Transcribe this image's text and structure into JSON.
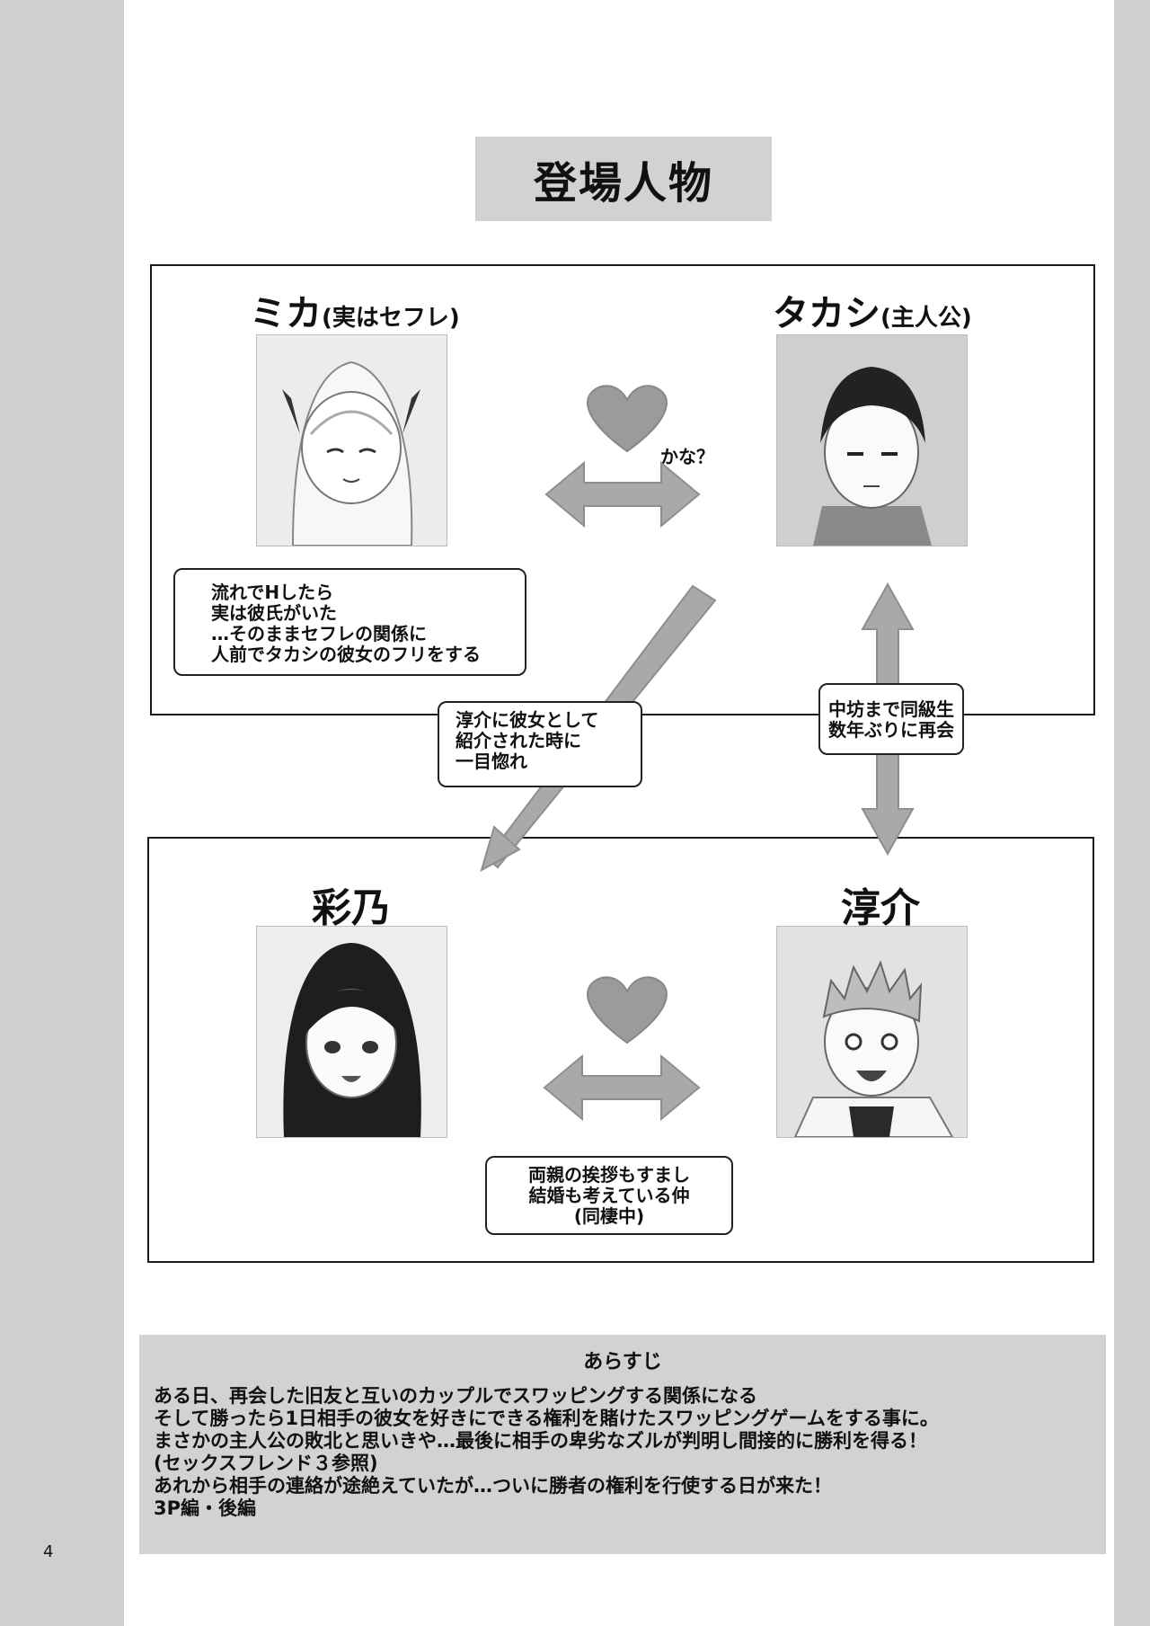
{
  "title": "登場人物",
  "characters": {
    "mika": {
      "name": "ミカ",
      "note": "(実はセフレ)"
    },
    "takashi": {
      "name": "タカシ",
      "note": "(主人公)"
    },
    "ayano": {
      "name": "彩乃"
    },
    "junsuke": {
      "name": "淳介"
    }
  },
  "captions": {
    "kana": "かな？",
    "mika_box": [
      "流れでHしたら",
      "実は彼氏がいた",
      "…そのままセフレの関係に",
      "人前でタカシの彼女のフリをする"
    ],
    "hitomebore_box": [
      "淳介に彼女として",
      "紹介された時に",
      "一目惚れ"
    ],
    "classmates_box": [
      "中坊まで同級生",
      "数年ぶりに再会"
    ],
    "couple_box": [
      "両親の挨拶もすまし",
      "結婚も考えている仲",
      "(同棲中)"
    ]
  },
  "synopsis": {
    "heading": "あらすじ",
    "lines": [
      "ある日、再会した旧友と互いのカップルでスワッピングする関係になる",
      "そして勝ったら1日相手の彼女を好きにできる権利を賭けたスワッピングゲームをする事に。",
      "まさかの主人公の敗北と思いきや…最後に相手の卑劣なズルが判明し間接的に勝利を得る！",
      "(セックスフレンド３参照)",
      "あれから相手の連絡が途絶えていたが…ついに勝者の権利を行使する日が来た！",
      "3P編・後編"
    ]
  },
  "page_number": "4",
  "colors": {
    "background": "#cfcfcf",
    "page": "#ffffff",
    "panel_gray": "#d2d2d2",
    "arrow_gray": "#a9a9a9",
    "heart_gray": "#9b9b9b"
  }
}
